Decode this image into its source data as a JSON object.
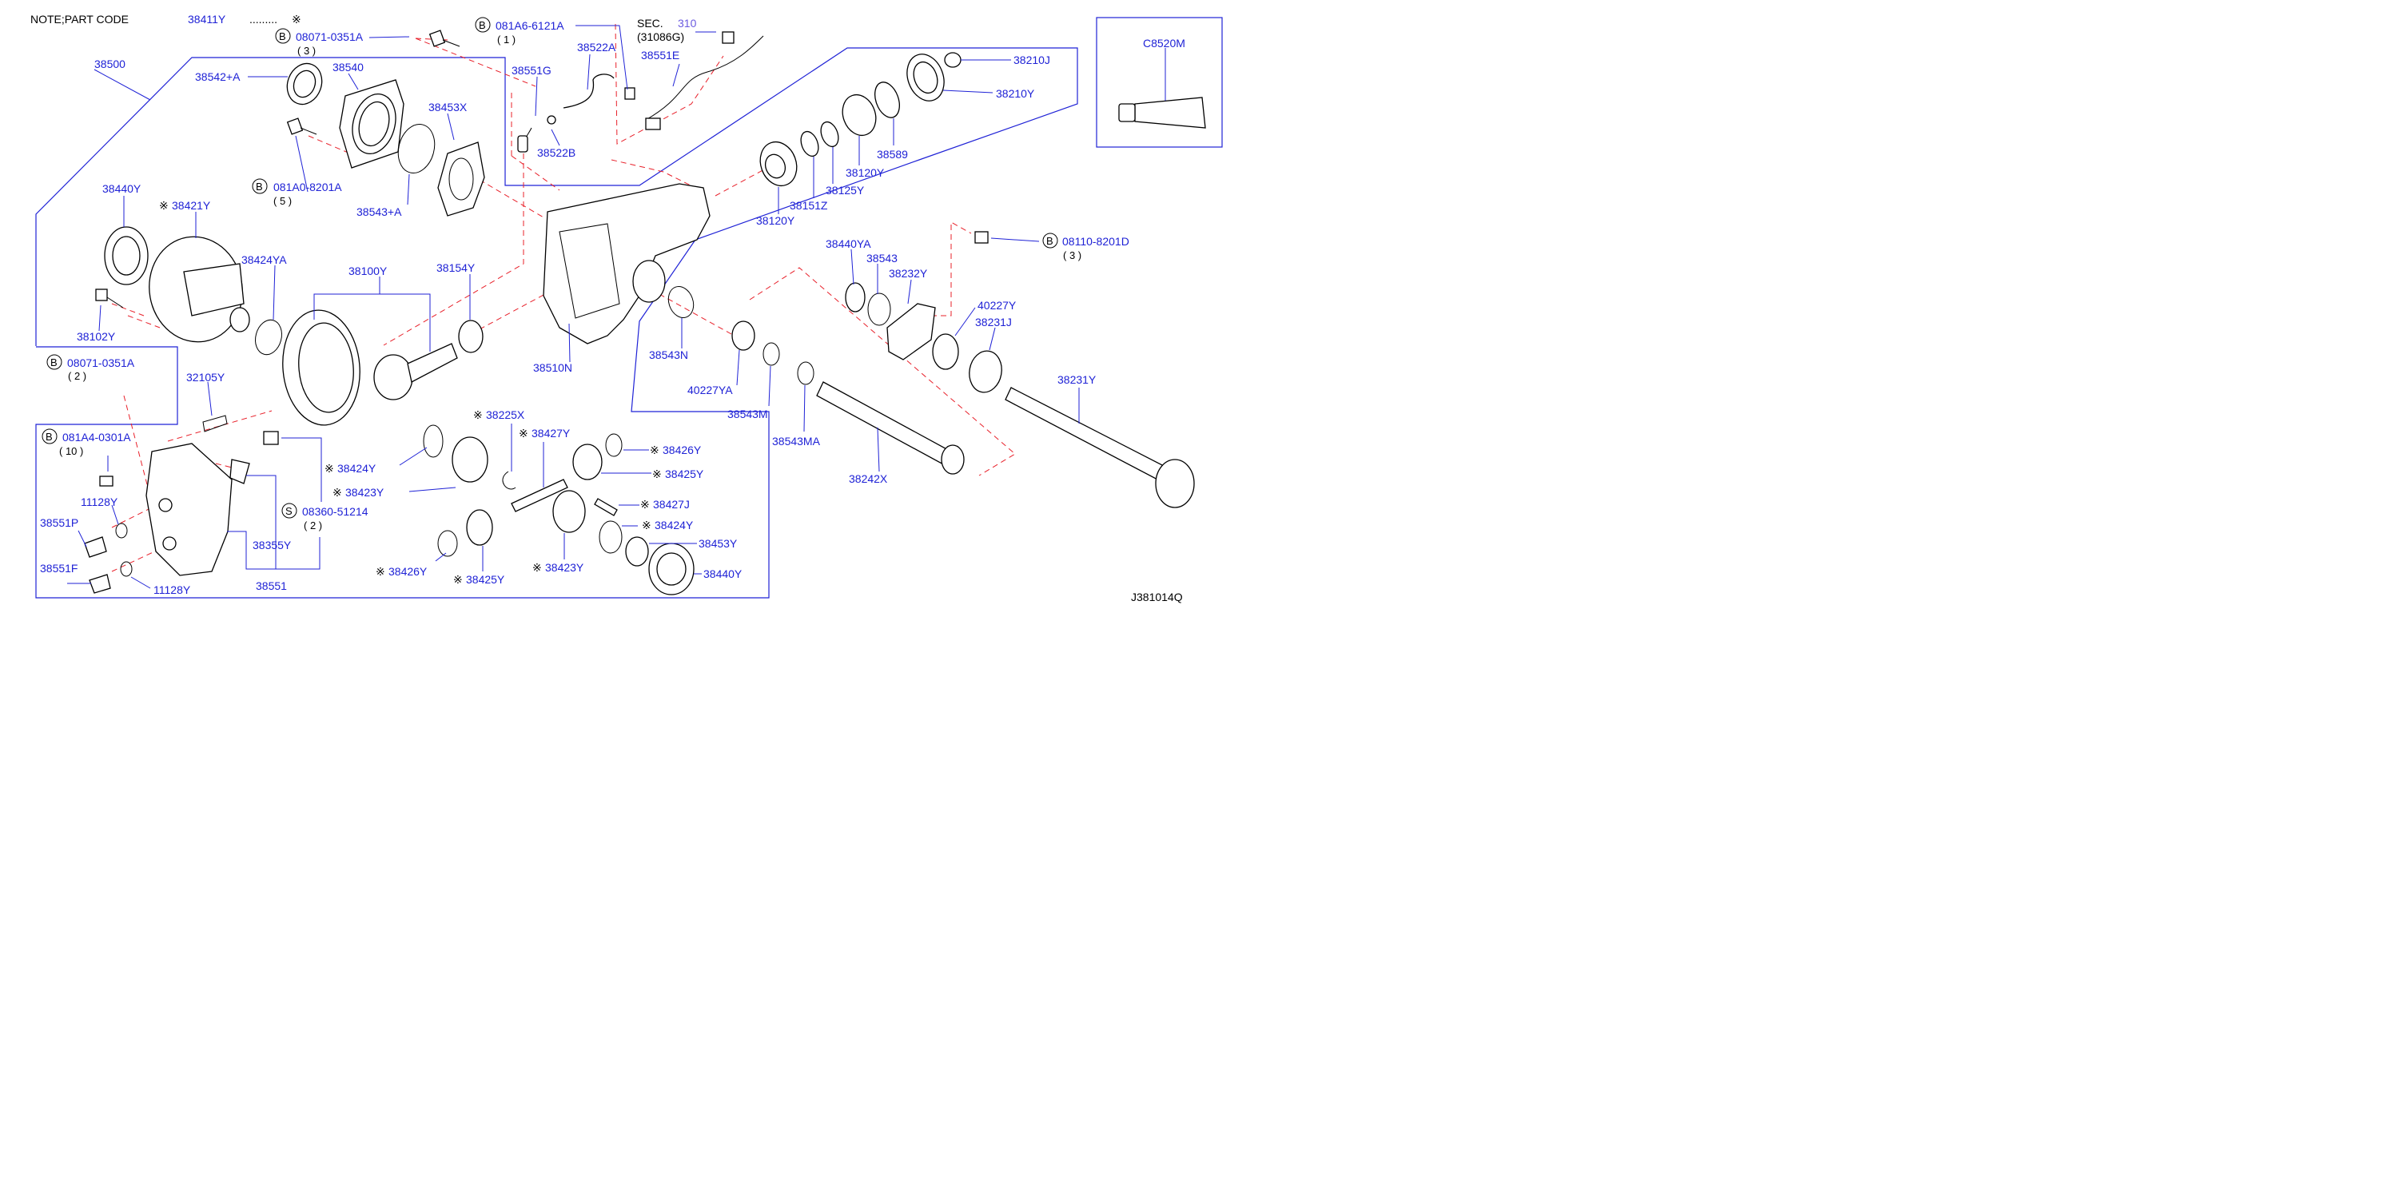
{
  "header": {
    "note_label": "NOTE;PART  CODE",
    "note_code": "38411Y",
    "note_dots": "......... ",
    "note_mark": "※"
  },
  "figure_code": "J381014Q",
  "sec_ref": {
    "prefix": "SEC.",
    "number": "310",
    "sub": "(31086G)"
  },
  "callouts": [
    {
      "id": "c38500",
      "label": "38500"
    },
    {
      "id": "c38542A",
      "label": "38542+A"
    },
    {
      "id": "c38540",
      "label": "38540"
    },
    {
      "id": "c38453X",
      "label": "38453X"
    },
    {
      "id": "c38543A",
      "label": "38543+A"
    },
    {
      "id": "c38551G",
      "label": "38551G"
    },
    {
      "id": "c38522A",
      "label": "38522A"
    },
    {
      "id": "c38522B",
      "label": "38522B"
    },
    {
      "id": "c38551E",
      "label": "38551E"
    },
    {
      "id": "c38210J",
      "label": "38210J"
    },
    {
      "id": "c38210Y",
      "label": "38210Y"
    },
    {
      "id": "c38589",
      "label": "38589"
    },
    {
      "id": "c38120Y_a",
      "label": "38120Y"
    },
    {
      "id": "c38125Y",
      "label": "38125Y"
    },
    {
      "id": "c38151Z",
      "label": "38151Z"
    },
    {
      "id": "c38120Y_b",
      "label": "38120Y"
    },
    {
      "id": "cC8520M",
      "label": "C8520M"
    },
    {
      "id": "c38440Y_a",
      "label": "38440Y"
    },
    {
      "id": "c38421Y",
      "label": "38421Y",
      "mark": "※"
    },
    {
      "id": "c38424YA",
      "label": "38424YA"
    },
    {
      "id": "c38100Y",
      "label": "38100Y"
    },
    {
      "id": "c38154Y",
      "label": "38154Y"
    },
    {
      "id": "c38102Y",
      "label": "38102Y"
    },
    {
      "id": "c38510N",
      "label": "38510N"
    },
    {
      "id": "c38543N",
      "label": "38543N"
    },
    {
      "id": "c40227YA",
      "label": "40227YA"
    },
    {
      "id": "c38543M",
      "label": "38543M"
    },
    {
      "id": "c38543MA",
      "label": "38543MA"
    },
    {
      "id": "c38440YA",
      "label": "38440YA"
    },
    {
      "id": "c38543",
      "label": "38543"
    },
    {
      "id": "c38232Y",
      "label": "38232Y"
    },
    {
      "id": "c40227Y",
      "label": "40227Y"
    },
    {
      "id": "c38231J",
      "label": "38231J"
    },
    {
      "id": "c38231Y",
      "label": "38231Y"
    },
    {
      "id": "c38242X",
      "label": "38242X"
    },
    {
      "id": "c32105Y",
      "label": "32105Y"
    },
    {
      "id": "c11128Y_a",
      "label": "11128Y"
    },
    {
      "id": "c38551P",
      "label": "38551P"
    },
    {
      "id": "c38551F",
      "label": "38551F"
    },
    {
      "id": "c11128Y_b",
      "label": "11128Y"
    },
    {
      "id": "c38355Y",
      "label": "38355Y"
    },
    {
      "id": "c38551",
      "label": "38551"
    },
    {
      "id": "c38424Y_a",
      "label": "38424Y",
      "mark": "※"
    },
    {
      "id": "c38423Y_a",
      "label": "38423Y",
      "mark": "※"
    },
    {
      "id": "c38225X",
      "label": "38225X",
      "mark": "※"
    },
    {
      "id": "c38427Y",
      "label": "38427Y",
      "mark": "※"
    },
    {
      "id": "c38426Y_a",
      "label": "38426Y",
      "mark": "※"
    },
    {
      "id": "c38425Y_a",
      "label": "38425Y",
      "mark": "※"
    },
    {
      "id": "c38427J",
      "label": "38427J",
      "mark": "※"
    },
    {
      "id": "c38424Y_b",
      "label": "38424Y",
      "mark": "※"
    },
    {
      "id": "c38453Y",
      "label": "38453Y"
    },
    {
      "id": "c38440Y_b",
      "label": "38440Y"
    },
    {
      "id": "c38423Y_b",
      "label": "38423Y",
      "mark": "※"
    },
    {
      "id": "c38425Y_b",
      "label": "38425Y",
      "mark": "※"
    },
    {
      "id": "c38426Y_b",
      "label": "38426Y",
      "mark": "※"
    }
  ],
  "bolts": [
    {
      "id": "b1",
      "prefix": "B",
      "code": "08071-0351A",
      "qty": "( 3 )"
    },
    {
      "id": "b2",
      "prefix": "B",
      "code": "081A6-6121A",
      "qty": "( 1 )"
    },
    {
      "id": "b3",
      "prefix": "B",
      "code": "081A0-8201A",
      "qty": "( 5 )"
    },
    {
      "id": "b4",
      "prefix": "B",
      "code": "08110-8201D",
      "qty": "( 3 )"
    },
    {
      "id": "b5",
      "prefix": "B",
      "code": "08071-0351A",
      "qty": "( 2 )"
    },
    {
      "id": "b6",
      "prefix": "B",
      "code": "081A4-0301A",
      "qty": "( 10 )"
    },
    {
      "id": "b7",
      "prefix": "S",
      "code": "08360-51214",
      "qty": "( 2 )"
    }
  ]
}
